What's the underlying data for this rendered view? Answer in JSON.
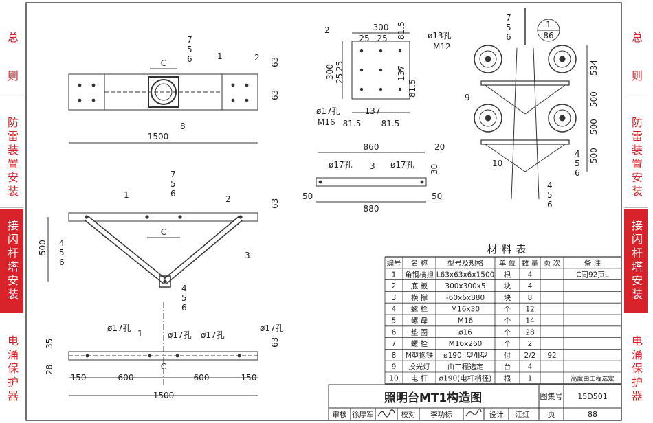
{
  "sidebar": {
    "left": [
      {
        "label": "总",
        "active": false
      },
      {
        "label": "则",
        "active": false
      },
      {
        "label": "防雷装置安装",
        "active": false
      },
      {
        "label": "接闪杆塔安装",
        "active": true
      },
      {
        "label": "电涌保护器",
        "active": false
      }
    ],
    "right": [
      {
        "label": "总",
        "active": false
      },
      {
        "label": "则",
        "active": false
      },
      {
        "label": "防雷装置安装",
        "active": false
      },
      {
        "label": "接闪杆塔安装",
        "active": true
      },
      {
        "label": "电涌保护器",
        "active": false
      }
    ],
    "active_color": "#d8232a",
    "text_color": "#d8232a"
  },
  "views": {
    "top": {
      "dim_c": "C",
      "dim_1500": "1500",
      "tag_1": "1",
      "tag_2": "2",
      "tag_8": "8",
      "dim_63a": "63",
      "dim_63b": "63",
      "stack": [
        "7",
        "5",
        "6"
      ]
    },
    "mid": {
      "dim_c": "C",
      "dim_500": "500",
      "dim_63": "63",
      "tag_1": "1",
      "tag_2": "2",
      "tag_3": "3",
      "stack_top": [
        "7",
        "5",
        "6"
      ],
      "stack_left": [
        "4",
        "5",
        "6"
      ],
      "stack_bottom": [
        "4",
        "5",
        "6"
      ]
    },
    "bottom": {
      "dim_1500": "1500",
      "dim_150a": "150",
      "dim_600a": "600",
      "dim_600b": "600",
      "dim_150b": "150",
      "dim_c": "C",
      "dim_35": "35",
      "dim_28": "28",
      "dim_63": "63",
      "tag_1": "1",
      "hole_a": "ø17孔",
      "hole_b": "ø17孔",
      "hole_c": "ø17孔",
      "hole_d": "ø17孔"
    },
    "plate": {
      "dim_300": "300",
      "dim_25a": "25",
      "dim_25b": "25",
      "dim_815a": "81.5",
      "dim_300v": "300",
      "dim_25c": "25",
      "dim_25d": "25",
      "dim_137v": "137",
      "dim_815v": "81.5",
      "dim_815b": "81.5",
      "dim_137": "137",
      "dim_815c": "81.5",
      "tag_2": "2",
      "hole_13": "ø13孔",
      "m12": "M12",
      "hole_17": "ø17孔",
      "m16": "M16"
    },
    "brace": {
      "dim_860": "860",
      "dim_20": "20",
      "dim_30": "30",
      "dim_880": "880",
      "dim_50a": "50",
      "dim_50b": "50",
      "tag_3": "3",
      "hole_a": "ø17孔",
      "hole_b": "ø17孔"
    },
    "elev": {
      "dim_534": "534",
      "dim_500a": "500",
      "dim_500b": "500",
      "stack_top": [
        "7",
        "5",
        "6"
      ],
      "ref_num": "1",
      "ref_page": "86",
      "tag_9": "9",
      "tag_10": "10",
      "stack_right": [
        "4",
        "5",
        "6"
      ],
      "stack_bottom": [
        "4",
        "5",
        "6"
      ]
    }
  },
  "materials": {
    "title": "材料表",
    "headers": [
      "编号",
      "名 称",
      "型号及规格",
      "单 位",
      "数 量",
      "页 次",
      "备 注"
    ],
    "rows": [
      [
        "1",
        "角钢横担",
        "L63x63x6x1500",
        "根",
        "4",
        "",
        "C同92页L"
      ],
      [
        "2",
        "底 板",
        "300x300x5",
        "块",
        "4",
        "",
        ""
      ],
      [
        "3",
        "横 撑",
        "-60x6x880",
        "块",
        "8",
        "",
        ""
      ],
      [
        "4",
        "螺 栓",
        "M16x30",
        "个",
        "12",
        "",
        ""
      ],
      [
        "5",
        "螺 母",
        "M16",
        "个",
        "14",
        "",
        ""
      ],
      [
        "6",
        "垫 圈",
        "ø16",
        "个",
        "28",
        "",
        ""
      ],
      [
        "7",
        "螺 栓",
        "M16x260",
        "个",
        "2",
        "",
        ""
      ],
      [
        "8",
        "M型抱铁",
        "ø190 I型/II型",
        "付",
        "2/2",
        "92",
        ""
      ],
      [
        "9",
        "投光灯",
        "由工程选定",
        "台",
        "4",
        "",
        ""
      ],
      [
        "10",
        "电 杆",
        "ø190(电杆梢径)",
        "根",
        "1",
        "",
        "高度由工程选定"
      ]
    ]
  },
  "title_block": {
    "drawing_title": "照明台MT1构造图",
    "atlas_label": "图集号",
    "atlas_no": "15D501",
    "page_label": "页",
    "page_no": "88",
    "review_label": "审核",
    "reviewer": "徐厚军",
    "check_label": "校对",
    "checker": "李功标",
    "design_label": "设计",
    "designer": "江红"
  }
}
